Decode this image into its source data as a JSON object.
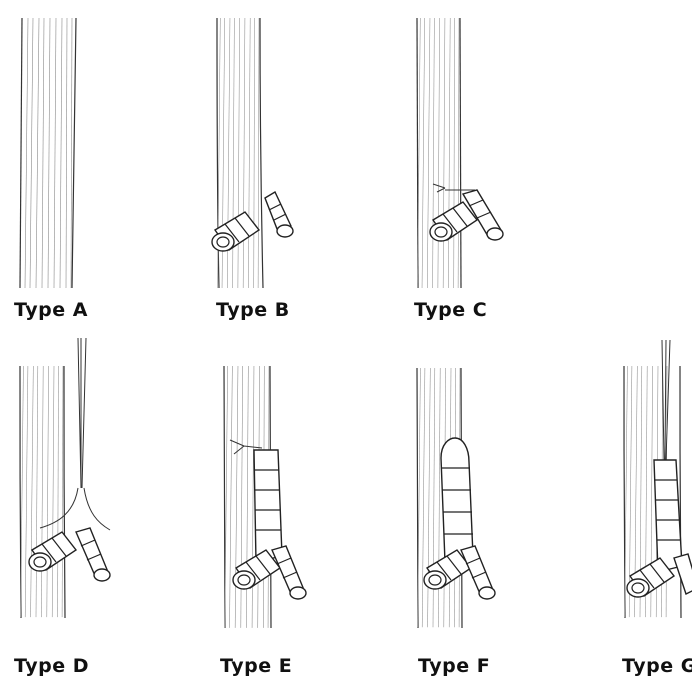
{
  "figure": {
    "panels": [
      {
        "id": "A",
        "label": "Type A"
      },
      {
        "id": "B",
        "label": "Type B"
      },
      {
        "id": "C",
        "label": "Type C"
      },
      {
        "id": "D",
        "label": "Type D"
      },
      {
        "id": "E",
        "label": "Type E"
      },
      {
        "id": "F",
        "label": "Type F"
      },
      {
        "id": "G",
        "label": "Type G"
      }
    ]
  }
}
